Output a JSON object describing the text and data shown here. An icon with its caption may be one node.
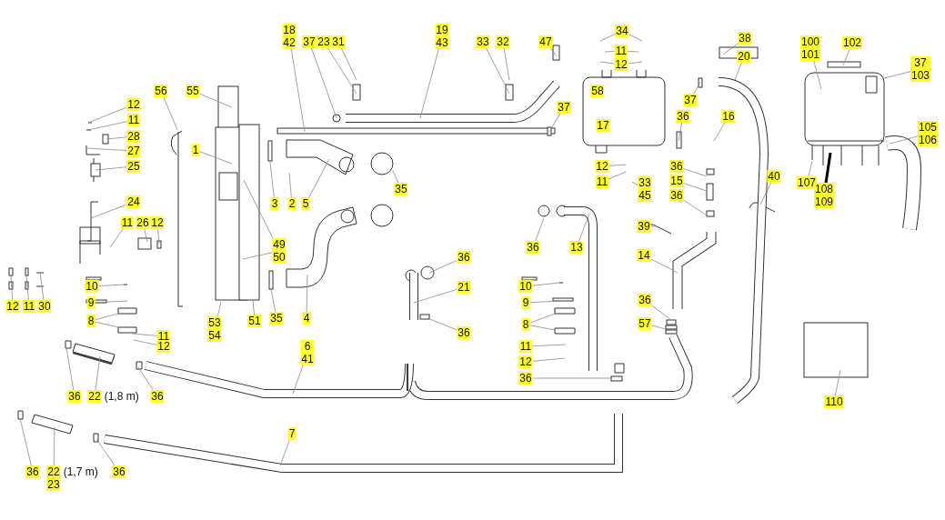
{
  "diagram": {
    "nodes": [
      {
        "text": [
          "18 42"
        ]
      },
      {
        "text": [
          "37"
        ]
      },
      {
        "text": [
          "23"
        ]
      },
      {
        "text": [
          "31"
        ]
      },
      {
        "text": [
          "19 43"
        ]
      },
      {
        "text": [
          "33"
        ]
      },
      {
        "text": [
          "32"
        ]
      },
      {
        "text": [
          "47"
        ]
      },
      {
        "text": [
          "34"
        ]
      },
      {
        "text": [
          "11"
        ]
      },
      {
        "text": [
          "12"
        ]
      },
      {
        "text": [
          "38"
        ]
      },
      {
        "text": [
          "20"
        ]
      },
      {
        "text": [
          "100 101"
        ]
      },
      {
        "text": [
          "102"
        ]
      },
      {
        "text": [
          "37 103"
        ]
      },
      {
        "text": [
          "56"
        ]
      },
      {
        "text": [
          "55"
        ]
      },
      {
        "text": [
          "12"
        ]
      },
      {
        "text": [
          "11"
        ]
      },
      {
        "text": [
          "28"
        ]
      },
      {
        "text": [
          "27"
        ]
      },
      {
        "text": [
          "25"
        ]
      },
      {
        "text": [
          "1"
        ]
      },
      {
        "text": [
          "37"
        ]
      },
      {
        "text": [
          "37"
        ]
      },
      {
        "text": [
          "36"
        ]
      },
      {
        "text": [
          "16"
        ]
      },
      {
        "text": [
          "12"
        ]
      },
      {
        "text": [
          "11"
        ]
      },
      {
        "text": [
          "33 45"
        ]
      },
      {
        "text": [
          "36"
        ]
      },
      {
        "text": [
          "15"
        ]
      },
      {
        "text": [
          "36"
        ]
      },
      {
        "text": [
          "40"
        ]
      },
      {
        "text": [
          "107"
        ]
      },
      {
        "text": [
          "108 109"
        ]
      },
      {
        "text": [
          "105 106"
        ]
      },
      {
        "text": [
          "24"
        ]
      },
      {
        "text": [
          "3"
        ]
      },
      {
        "text": [
          "2"
        ]
      },
      {
        "text": [
          "5"
        ]
      },
      {
        "text": [
          "35"
        ]
      },
      {
        "text": [
          "11"
        ]
      },
      {
        "text": [
          "26"
        ]
      },
      {
        "text": [
          "12"
        ]
      },
      {
        "text": [
          "49 50"
        ]
      },
      {
        "text": [
          "36"
        ]
      },
      {
        "text": [
          "13"
        ]
      },
      {
        "text": [
          "39"
        ]
      },
      {
        "text": [
          "14"
        ]
      },
      {
        "text": [
          "12"
        ]
      },
      {
        "text": [
          "11"
        ]
      },
      {
        "text": [
          "30"
        ]
      },
      {
        "text": [
          "10"
        ]
      },
      {
        "text": [
          "9"
        ]
      },
      {
        "text": [
          "8"
        ]
      },
      {
        "text": [
          "36"
        ]
      },
      {
        "text": [
          "21"
        ]
      },
      {
        "text": [
          "35"
        ]
      },
      {
        "text": [
          "4"
        ]
      },
      {
        "text": [
          "53 54"
        ]
      },
      {
        "text": [
          "51"
        ]
      },
      {
        "text": [
          "10"
        ]
      },
      {
        "text": [
          "9"
        ]
      },
      {
        "text": [
          "8"
        ]
      },
      {
        "text": [
          "36"
        ]
      },
      {
        "text": [
          "36"
        ]
      },
      {
        "text": [
          "57"
        ]
      },
      {
        "text": [
          "11"
        ]
      },
      {
        "text": [
          "12"
        ]
      },
      {
        "text": [
          "11"
        ]
      },
      {
        "text": [
          "12"
        ]
      },
      {
        "text": [
          "6 41"
        ]
      },
      {
        "text": [
          "36"
        ]
      },
      {
        "text": [
          "110"
        ]
      },
      {
        "text": [
          "36"
        ]
      },
      {
        "text": [
          "22"
        ],
        "beside": [
          "(1,8 m)"
        ]
      },
      {
        "text": [
          "36"
        ]
      },
      {
        "text": [
          "7"
        ]
      },
      {
        "text": [
          "36"
        ]
      },
      {
        "text": [
          "22 23"
        ],
        "beside": [
          "(1,7 m)"
        ]
      },
      {
        "text": [
          "36"
        ]
      },
      {
        "text": [
          "58"
        ]
      },
      {
        "text": [
          "17"
        ]
      }
    ],
    "edges": [
      {
        "from": 0,
        "to": null,
        "arrow": "none"
      },
      {
        "from": 1,
        "to": null,
        "arrow": "none"
      },
      {
        "from": 2,
        "to": null,
        "arrow": "none"
      },
      {
        "from": 3,
        "to": null,
        "arrow": "none"
      },
      {
        "from": 4,
        "to": null,
        "arrow": "none"
      },
      {
        "from": 5,
        "to": null,
        "arrow": "none"
      },
      {
        "from": 6,
        "to": null,
        "arrow": "none"
      },
      {
        "from": 7,
        "to": null,
        "arrow": "none"
      },
      {
        "from": 8,
        "to": null,
        "arrow": "none"
      },
      {
        "from": 8,
        "to": null,
        "arrow": "none"
      },
      {
        "from": 9,
        "to": null,
        "arrow": "none"
      },
      {
        "from": 9,
        "to": null,
        "arrow": "none"
      },
      {
        "from": 10,
        "to": null,
        "arrow": "none"
      },
      {
        "from": 10,
        "to": null,
        "arrow": "none"
      },
      {
        "from": 11,
        "to": null,
        "arrow": "none"
      },
      {
        "from": 12,
        "to": null,
        "arrow": "none"
      },
      {
        "from": 13,
        "to": null,
        "arrow": "none"
      },
      {
        "from": 14,
        "to": null,
        "arrow": "none"
      },
      {
        "from": 15,
        "to": null,
        "arrow": "none"
      },
      {
        "from": 16,
        "to": null,
        "arrow": "none"
      },
      {
        "from": 17,
        "to": null,
        "arrow": "none"
      },
      {
        "from": 18,
        "to": null,
        "arrow": "none"
      },
      {
        "from": 19,
        "to": null,
        "arrow": "none"
      },
      {
        "from": 20,
        "to": null,
        "arrow": "none"
      },
      {
        "from": 21,
        "to": null,
        "arrow": "none"
      },
      {
        "from": 22,
        "to": null,
        "arrow": "none"
      },
      {
        "from": 23,
        "to": null,
        "arrow": "none"
      },
      {
        "from": 24,
        "to": null,
        "arrow": "none"
      },
      {
        "from": 25,
        "to": null,
        "arrow": "none"
      },
      {
        "from": 26,
        "to": null,
        "arrow": "none"
      },
      {
        "from": 27,
        "to": null,
        "arrow": "none"
      },
      {
        "from": 28,
        "to": null,
        "arrow": "none"
      },
      {
        "from": 29,
        "to": null,
        "arrow": "none"
      },
      {
        "from": 30,
        "to": null,
        "arrow": "none"
      },
      {
        "from": 31,
        "to": null,
        "arrow": "none"
      },
      {
        "from": 32,
        "to": null,
        "arrow": "none"
      },
      {
        "from": 33,
        "to": null,
        "arrow": "none"
      },
      {
        "from": 34,
        "to": null,
        "arrow": "none"
      },
      {
        "from": 35,
        "to": null,
        "arrow": "none"
      },
      {
        "from": 36,
        "to": null,
        "arrow": "none",
        "style": "thick",
        "color": "#000000"
      },
      {
        "from": 37,
        "to": null,
        "arrow": "none"
      },
      {
        "from": 38,
        "to": null,
        "arrow": "none"
      },
      {
        "from": 39,
        "to": null,
        "arrow": "none"
      },
      {
        "from": 40,
        "to": null,
        "arrow": "none"
      },
      {
        "from": 41,
        "to": null,
        "arrow": "none"
      },
      {
        "from": 42,
        "to": null,
        "arrow": "none"
      },
      {
        "from": 43,
        "to": null,
        "arrow": "none"
      },
      {
        "from": 44,
        "to": null,
        "arrow": "none"
      },
      {
        "from": 45,
        "to": null,
        "arrow": "none"
      },
      {
        "from": 46,
        "to": null,
        "arrow": "none"
      },
      {
        "from": 46,
        "to": null,
        "arrow": "none"
      },
      {
        "from": 47,
        "to": null,
        "arrow": "none"
      },
      {
        "from": 48,
        "to": null,
        "arrow": "none"
      },
      {
        "from": 49,
        "to": null,
        "arrow": "none"
      },
      {
        "from": 50,
        "to": null,
        "arrow": "none"
      },
      {
        "from": 51,
        "to": null,
        "arrow": "none"
      },
      {
        "from": 52,
        "to": null,
        "arrow": "none"
      },
      {
        "from": 53,
        "to": null,
        "arrow": "none"
      },
      {
        "from": 54,
        "to": null,
        "arrow": "none"
      },
      {
        "from": 55,
        "to": null,
        "arrow": "none"
      },
      {
        "from": 56,
        "to": null,
        "arrow": "none"
      },
      {
        "from": 56,
        "to": null,
        "arrow": "none"
      },
      {
        "from": 57,
        "to": null,
        "arrow": "none"
      },
      {
        "from": 58,
        "to": null,
        "arrow": "none"
      },
      {
        "from": 59,
        "to": null,
        "arrow": "none"
      },
      {
        "from": 60,
        "to": null,
        "arrow": "none"
      },
      {
        "from": 61,
        "to": null,
        "arrow": "none"
      },
      {
        "from": 62,
        "to": null,
        "arrow": "none"
      },
      {
        "from": 63,
        "to": null,
        "arrow": "none"
      },
      {
        "from": 64,
        "to": null,
        "arrow": "none"
      },
      {
        "from": 65,
        "to": null,
        "arrow": "none"
      },
      {
        "from": 65,
        "to": null,
        "arrow": "none"
      },
      {
        "from": 66,
        "to": null,
        "arrow": "none"
      },
      {
        "from": 67,
        "to": null,
        "arrow": "none"
      },
      {
        "from": 68,
        "to": null,
        "arrow": "none"
      },
      {
        "from": 69,
        "to": null,
        "arrow": "none"
      },
      {
        "from": 70,
        "to": null,
        "arrow": "none"
      },
      {
        "from": 71,
        "to": null,
        "arrow": "none"
      },
      {
        "from": 72,
        "to": null,
        "arrow": "none"
      },
      {
        "from": 73,
        "to": null,
        "arrow": "none"
      },
      {
        "from": 74,
        "to": null,
        "arrow": "none"
      },
      {
        "from": 75,
        "to": null,
        "arrow": "none"
      },
      {
        "from": 76,
        "to": null,
        "arrow": "none"
      },
      {
        "from": 77,
        "to": null,
        "arrow": "none"
      },
      {
        "from": 78,
        "to": null,
        "arrow": "none"
      },
      {
        "from": 79,
        "to": null,
        "arrow": "none"
      },
      {
        "from": 80,
        "to": null,
        "arrow": "none"
      },
      {
        "from": 81,
        "to": null,
        "arrow": "none"
      },
      {
        "from": 82,
        "to": null,
        "arrow": "none"
      }
    ]
  }
}
